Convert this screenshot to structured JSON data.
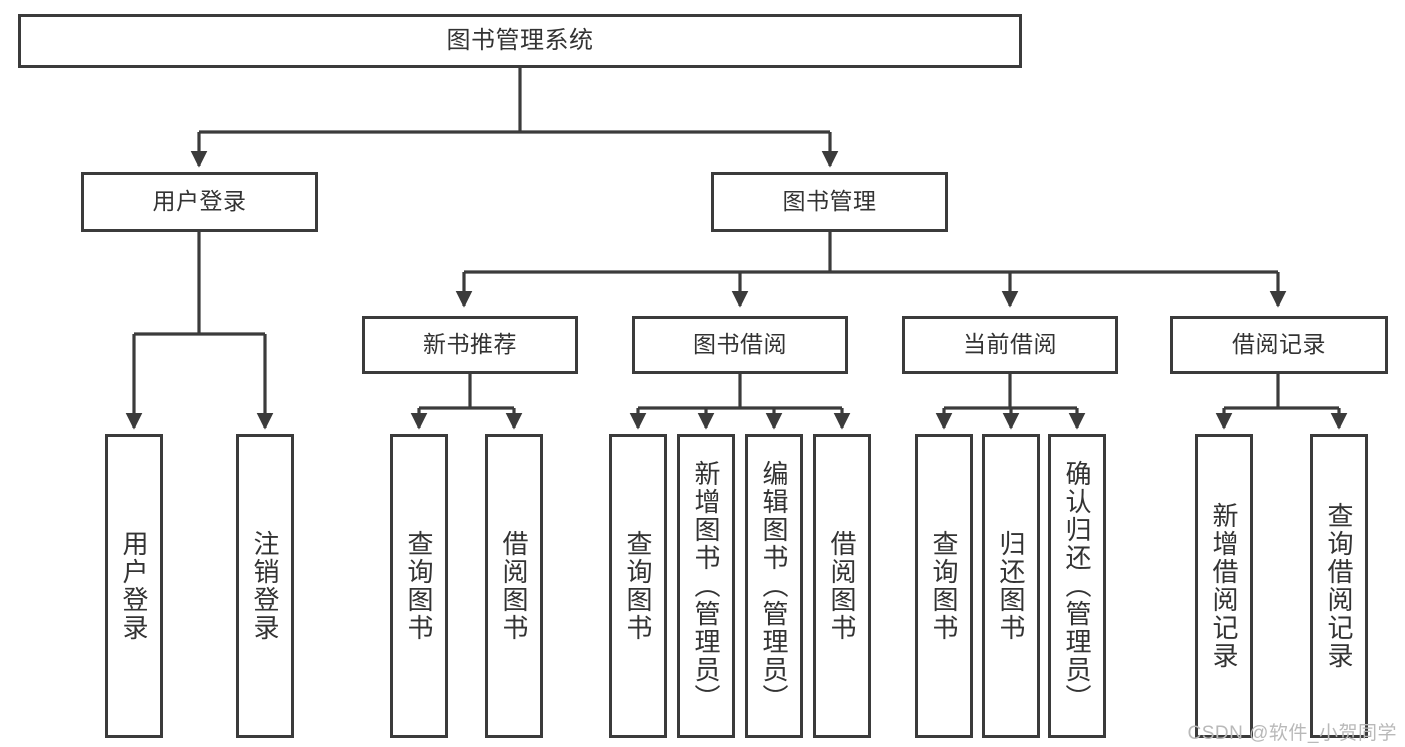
{
  "diagram": {
    "title": "图书管理系统",
    "type": "hierarchy-tree",
    "line_color": "#3b3b3b",
    "box_fill": "#ffffff",
    "text_color": "#333333",
    "levels": {
      "root": {
        "label": "图书管理系统"
      },
      "level2": [
        {
          "label": "用户登录"
        },
        {
          "label": "图书管理"
        }
      ],
      "level3": [
        {
          "label": "新书推荐"
        },
        {
          "label": "图书借阅"
        },
        {
          "label": "当前借阅"
        },
        {
          "label": "借阅记录"
        }
      ],
      "leaves": {
        "user_login": [
          {
            "label": "用户登录"
          },
          {
            "label": "注销登录"
          }
        ],
        "new_book_recommend": [
          {
            "label": "查询图书"
          },
          {
            "label": "借阅图书"
          }
        ],
        "book_borrow": [
          {
            "label": "查询图书"
          },
          {
            "label": "新增图书（管理员）"
          },
          {
            "label": "编辑图书（管理员）"
          },
          {
            "label": "借阅图书"
          }
        ],
        "current_borrow": [
          {
            "label": "查询图书"
          },
          {
            "label": "归还图书"
          },
          {
            "label": "确认归还（管理员）"
          }
        ],
        "borrow_record": [
          {
            "label": "新增借阅记录"
          },
          {
            "label": "查询借阅记录"
          }
        ]
      }
    }
  },
  "watermark": {
    "text": "CSDN @软件_小贺同学"
  }
}
